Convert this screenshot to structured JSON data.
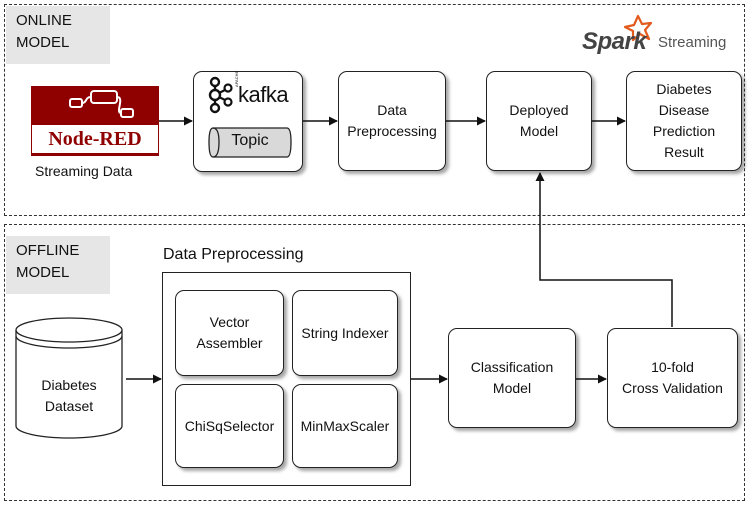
{
  "online": {
    "label_line1": "ONLINE",
    "label_line2": "MODEL",
    "spark_brand": "Spark",
    "spark_sub": "Streaming",
    "nodered_label": "Node-RED",
    "streaming_data": "Streaming Data",
    "kafka_apache": "APACHE",
    "kafka_name": "kafka",
    "kafka_topic": "Topic",
    "data_preprocessing": "Data\nPreprocessing",
    "deployed_model": "Deployed\nModel",
    "result": "Diabetes\nDisease\nPrediction\nResult"
  },
  "offline": {
    "label_line1": "OFFLINE",
    "label_line2": "MODEL",
    "dataset": "Diabetes\nDataset",
    "preprocessing_title": "Data Preprocessing",
    "vector_assembler": "Vector\nAssembler",
    "string_indexer": "String Indexer",
    "chisq_selector": "ChiSqSelector",
    "minmax_scaler": "MinMaxScaler",
    "classification_model": "Classification\nModel",
    "cross_validation": "10-fold\nCross Validation"
  },
  "colors": {
    "nodered_red": "#8f0000",
    "spark_orange": "#e25a1c",
    "label_bg": "#e6e6e6",
    "line": "#111111"
  }
}
